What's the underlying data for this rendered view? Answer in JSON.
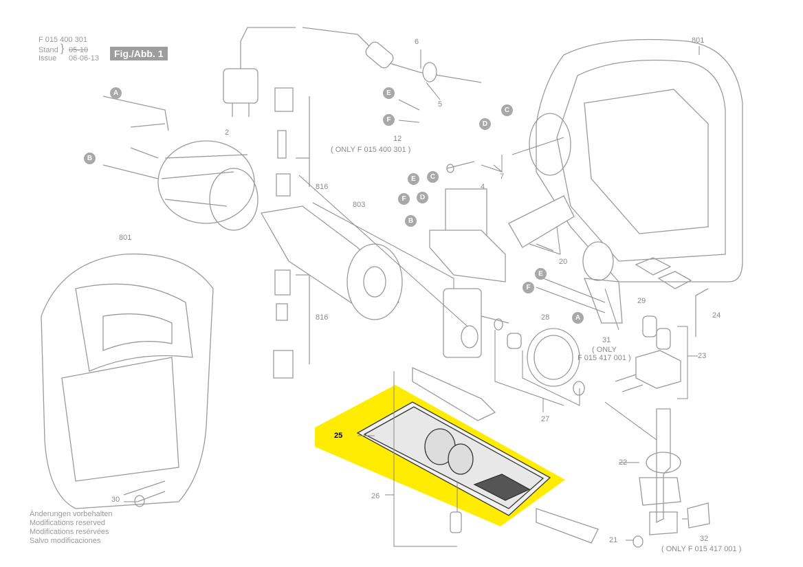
{
  "header": {
    "doc_number": "F 015 400 301",
    "stand_label": "Stand",
    "stand_value": "05-10",
    "issue_label": "Issue",
    "issue_value": "06-06-13",
    "figure_label": "Fig./Abb. 1"
  },
  "footer": [
    "Änderungen vorbehalten",
    "Modifications reserved",
    "Modifications resérvées",
    "Salvo modificaciones"
  ],
  "letters": [
    "A",
    "B",
    "E",
    "F",
    "C",
    "D",
    "E",
    "C",
    "F",
    "D",
    "B",
    "E",
    "F",
    "A"
  ],
  "part_numbers": [
    "6",
    "801",
    "5",
    "12",
    "( ONLY F 015 400 301 )",
    "2",
    "7",
    "4",
    "816",
    "803",
    "20",
    "801",
    "28",
    "29",
    "24",
    "816",
    "31",
    "( ONLY",
    "F 015 417 001 )",
    "23",
    "27",
    "25",
    "22",
    "26",
    "30",
    "21",
    "32",
    "( ONLY F 015 417 001 )"
  ],
  "highlight_color": "#ffec00",
  "highlighted_part": "25"
}
